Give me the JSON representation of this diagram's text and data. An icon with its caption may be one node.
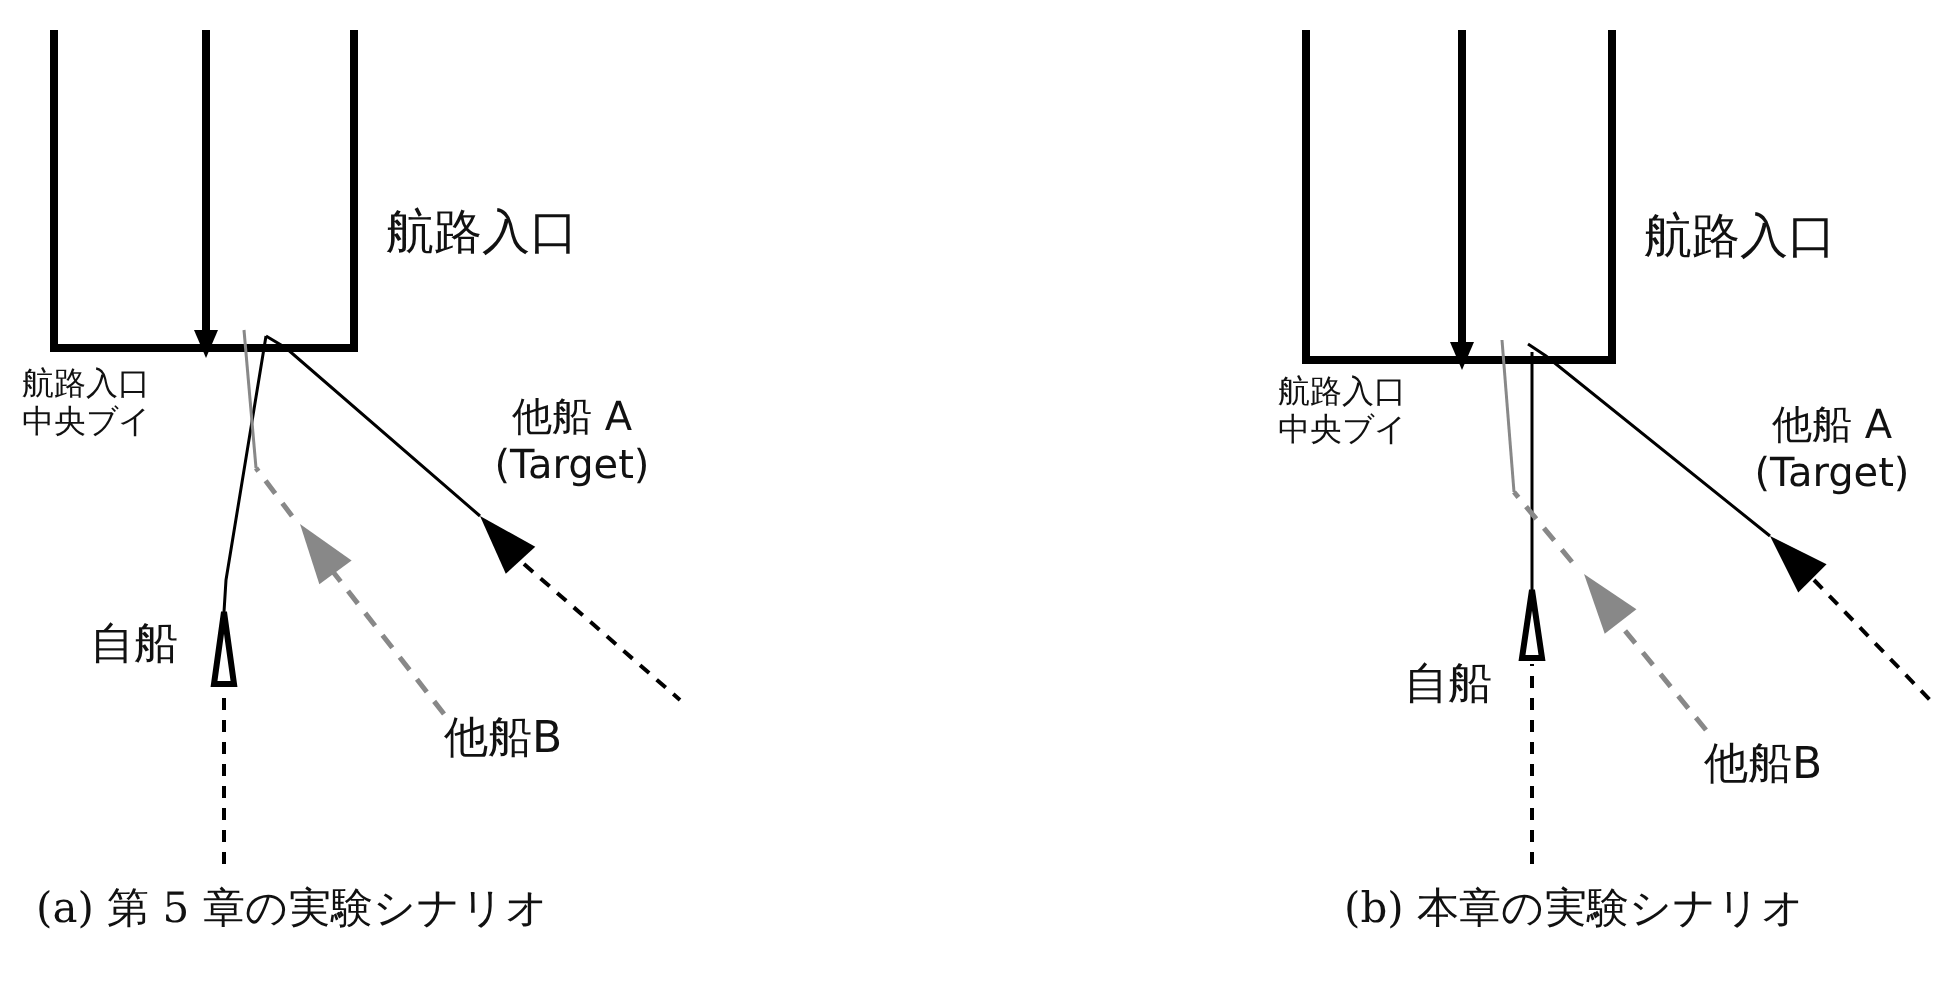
{
  "diagram": {
    "labels": [
      "航路入口",
      "航路入口中央ブイ",
      "他船 A (Target)",
      "自船",
      "他船B",
      "(a) 第 5 章の実験シナリオ",
      "航路入口",
      "航路入口中央ブイ",
      "他船 A (Target)",
      "自船",
      "他船B",
      "(b) 本章の実験シナリオ"
    ]
  }
}
